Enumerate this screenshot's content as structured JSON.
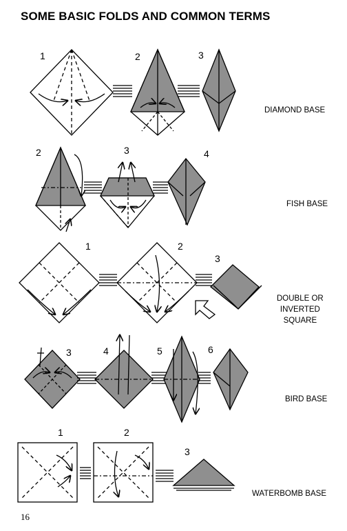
{
  "title": "SOME BASIC FOLDS AND COMMON TERMS",
  "page_number": "16",
  "sections": [
    {
      "label": "DIAMOND BASE",
      "steps": [
        "1",
        "2",
        "3"
      ]
    },
    {
      "label": "FISH BASE",
      "steps": [
        "2",
        "3",
        "4"
      ]
    },
    {
      "label": "DOUBLE OR\nINVERTED\nSQUARE",
      "steps": [
        "1",
        "2",
        "3"
      ]
    },
    {
      "label": "BIRD BASE",
      "steps": [
        "3",
        "4",
        "5",
        "6"
      ]
    },
    {
      "label": "WATERBOMB BASE",
      "steps": [
        "1",
        "2",
        "3"
      ]
    }
  ],
  "colors": {
    "paper_fill": "#8f8f8f",
    "ink": "#000000",
    "page": "#ffffff"
  }
}
